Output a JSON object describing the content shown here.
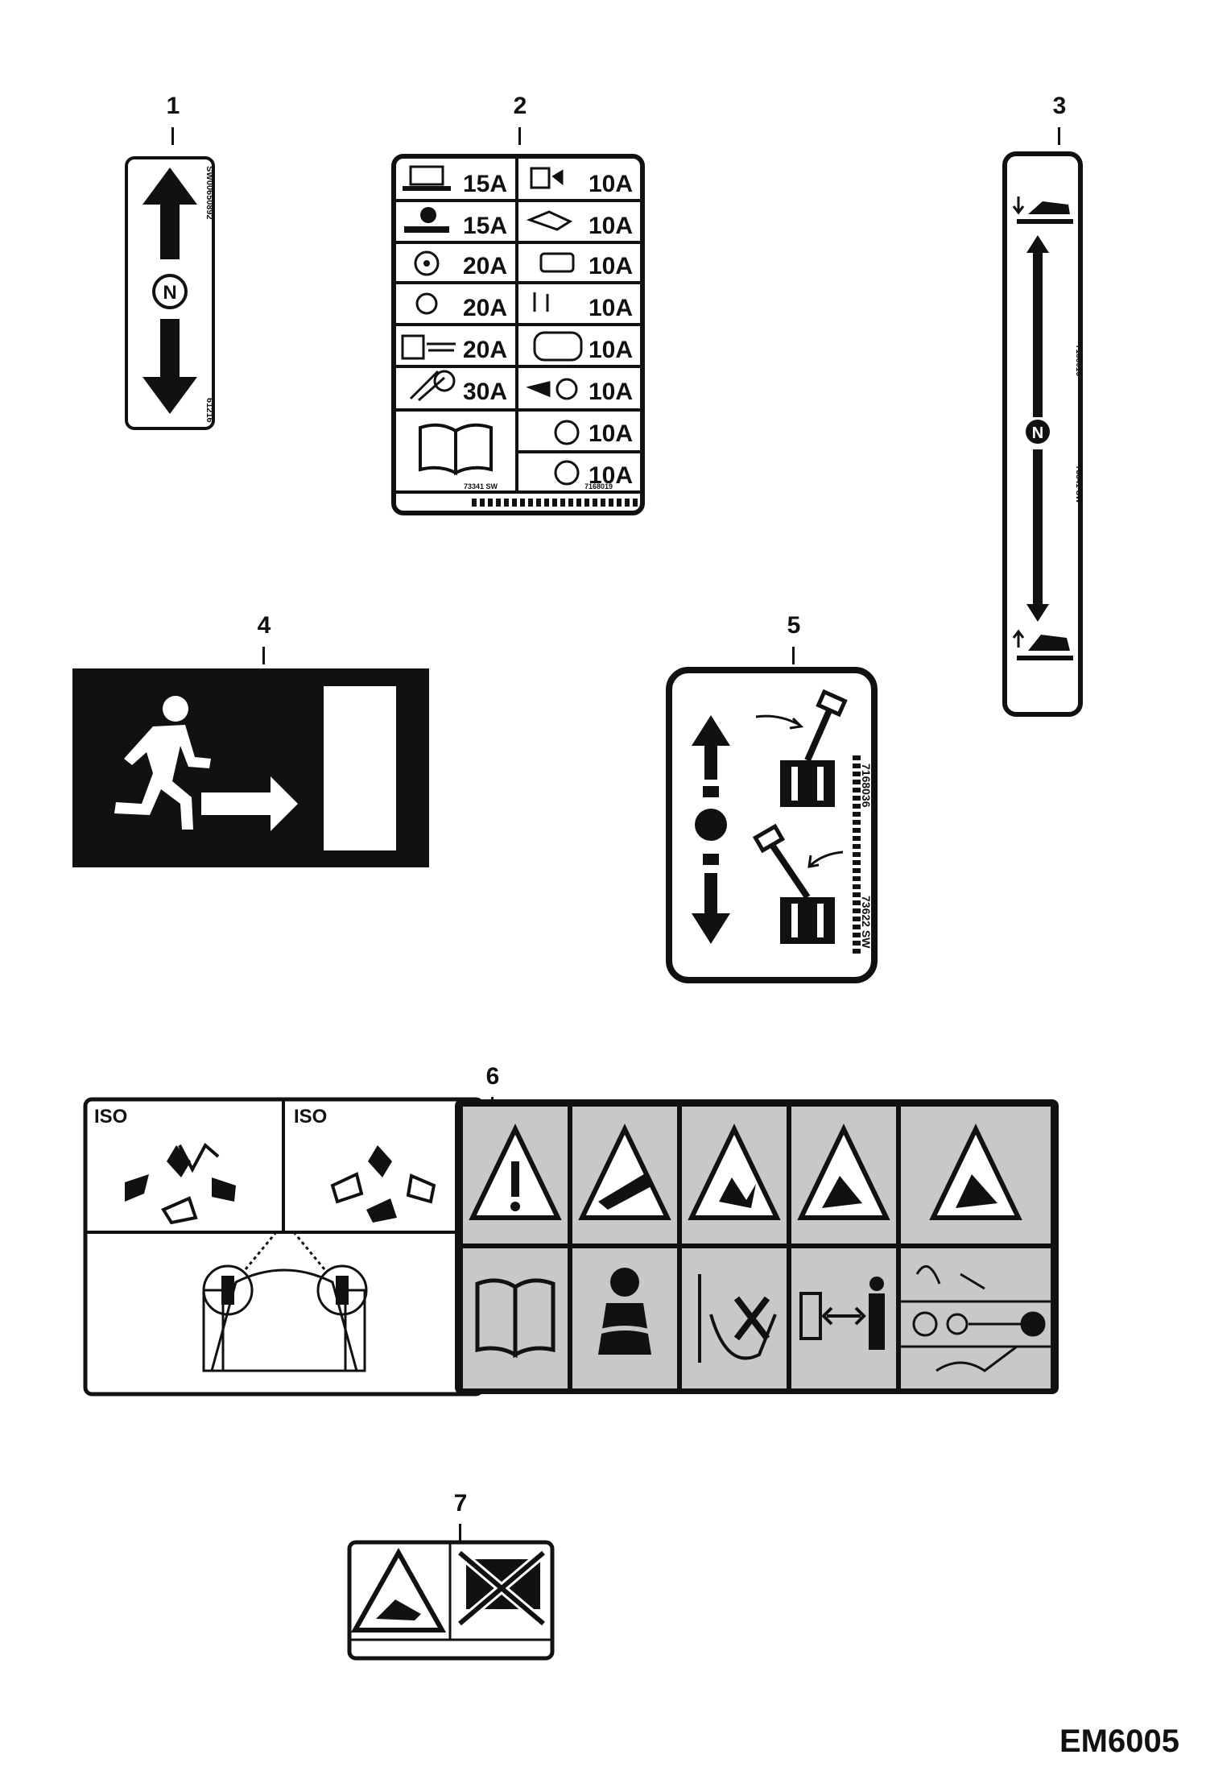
{
  "callouts": [
    "1",
    "2",
    "3",
    "4",
    "5",
    "6",
    "7"
  ],
  "decal1": {
    "code_top": "SW00650892",
    "code_bottom": "61216",
    "neutral": "N"
  },
  "decal2": {
    "left_amps": [
      "15A",
      "15A",
      "20A",
      "20A",
      "20A",
      "30A"
    ],
    "right_amps": [
      "10A",
      "10A",
      "10A",
      "10A",
      "10A",
      "10A",
      "10A",
      "10A"
    ],
    "code_left": "73341 SW",
    "code_right": "7168019"
  },
  "decal3": {
    "code1": "7168016",
    "code2": "73341 SW",
    "neutral": "N"
  },
  "decal5": {
    "code1": "7168036",
    "code2": "73622 SW"
  },
  "decal6": {
    "iso_left": "ISO",
    "iso_right": "ISO"
  },
  "reference": "EM6005",
  "colors": {
    "ink": "#111111",
    "panel_grey": "#c8c8c8",
    "paper": "#ffffff"
  }
}
